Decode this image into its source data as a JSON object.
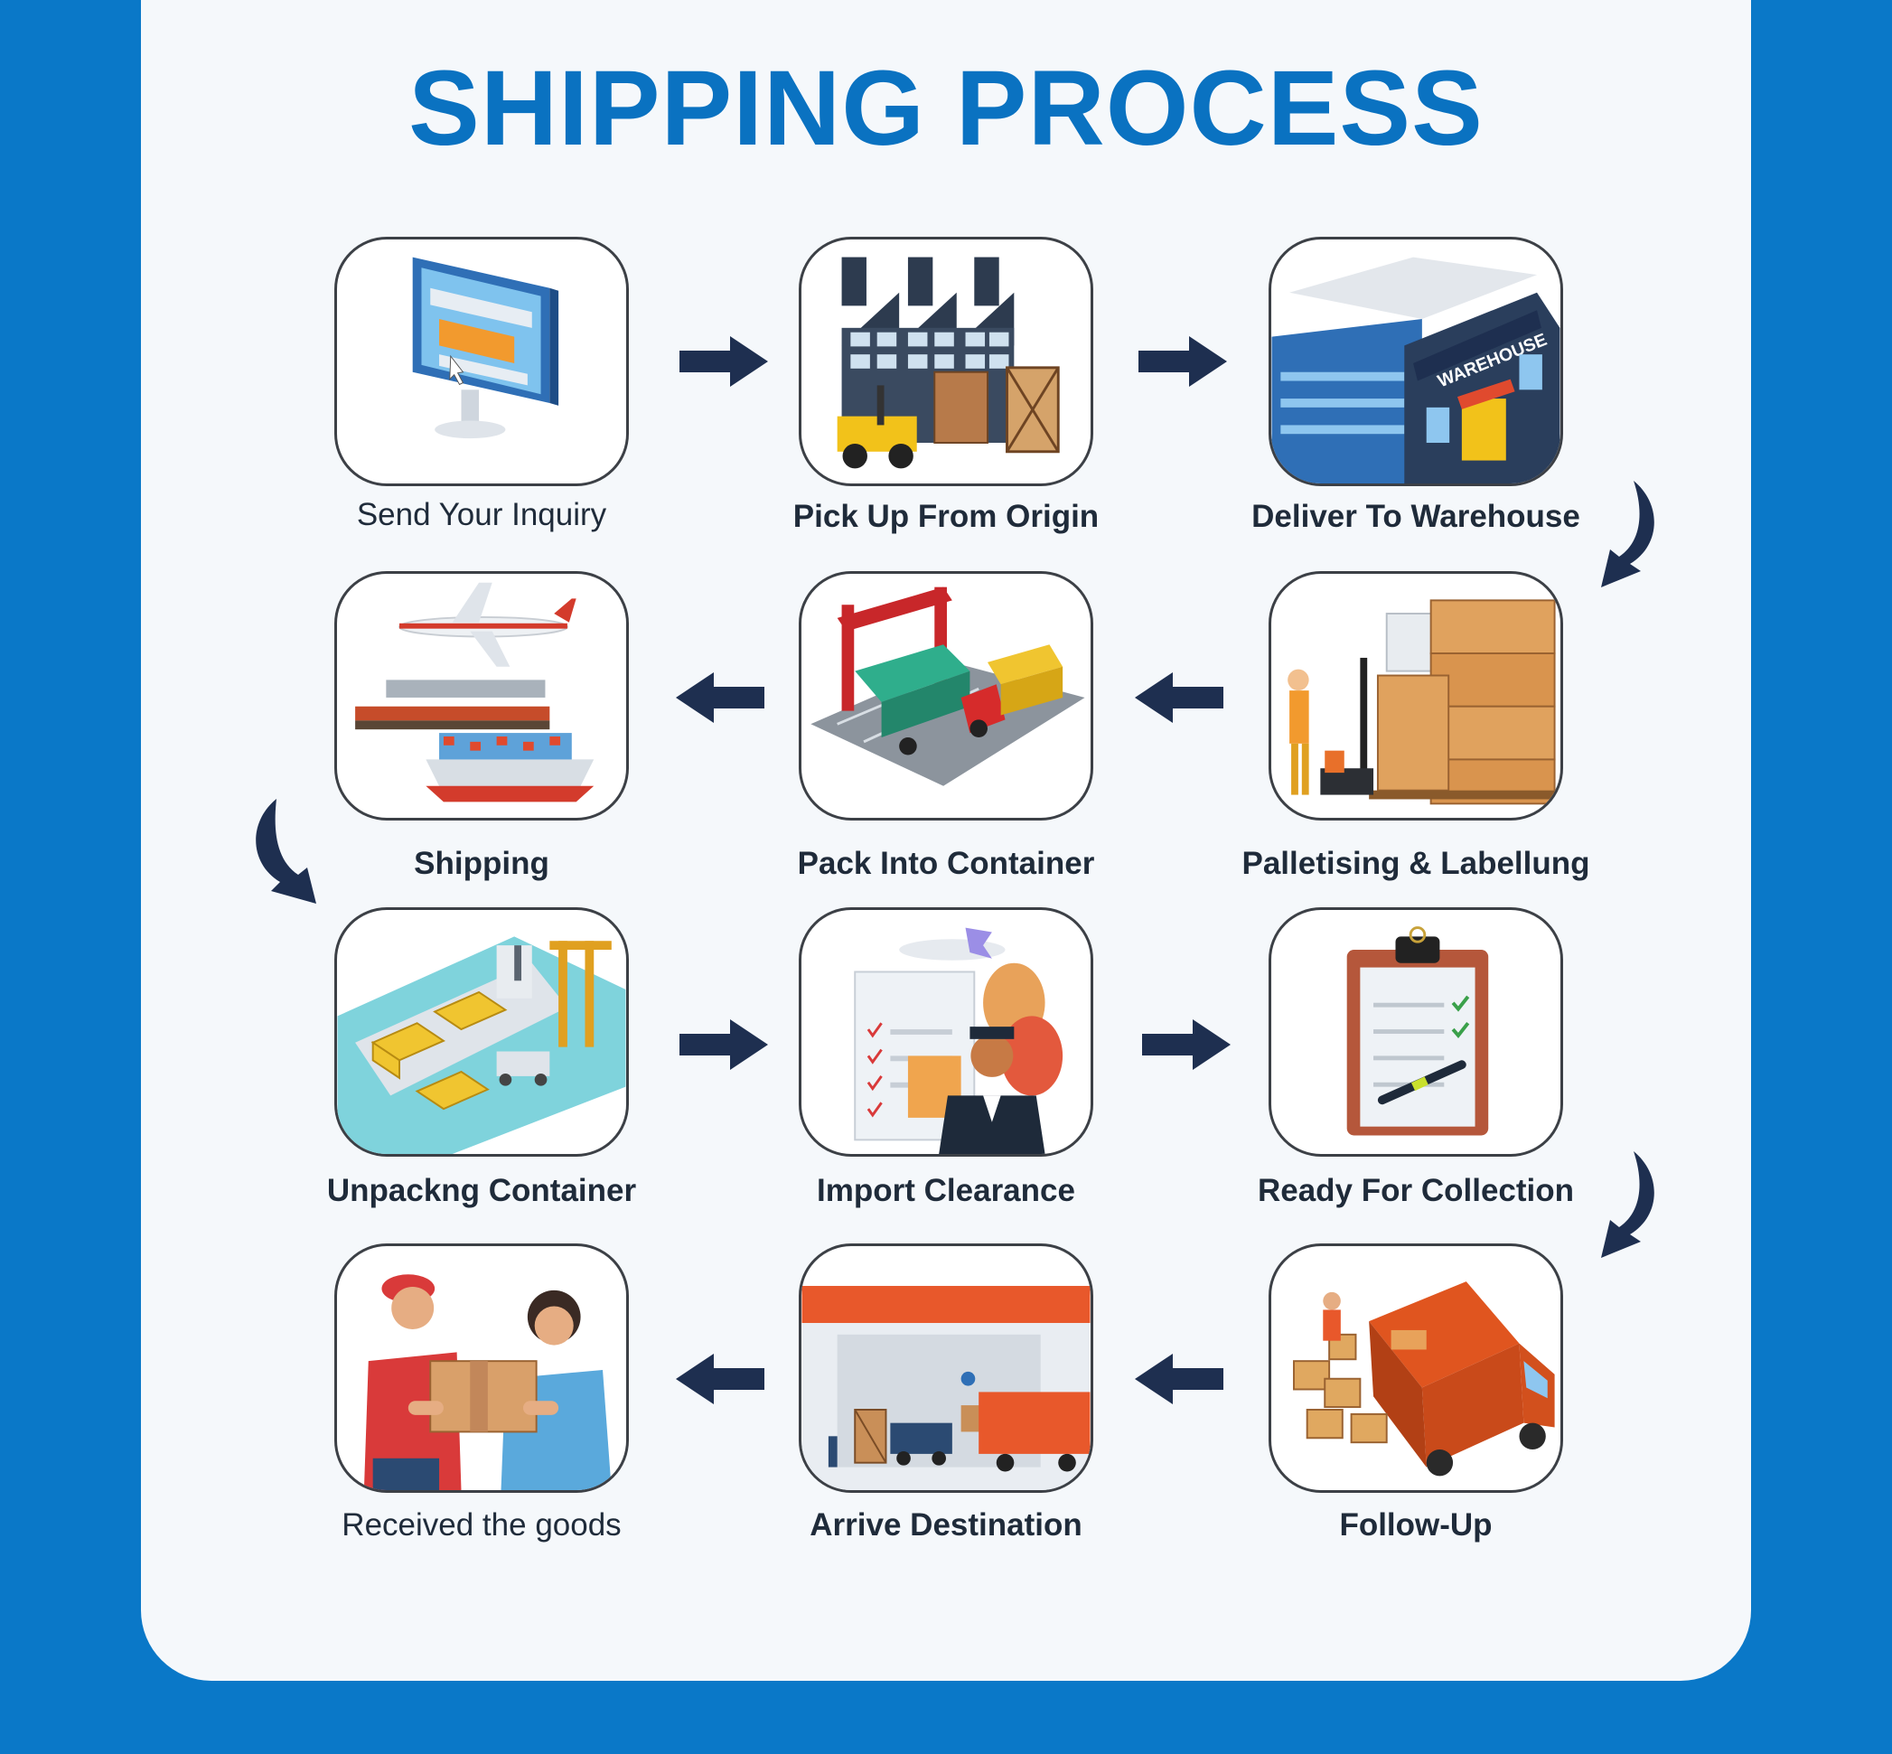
{
  "title": "SHIPPING PROCESS",
  "colors": {
    "background": "#0a78c8",
    "card": "#f5f8fb",
    "title": "#0a72c1",
    "arrow": "#1e2f50",
    "label": "#1f2b3a"
  },
  "steps": [
    {
      "label": "Send Your Inquiry",
      "icon": "computer-order-icon"
    },
    {
      "label": "Pick Up From Origin",
      "icon": "factory-forklift-icon"
    },
    {
      "label": "Deliver To Warehouse",
      "icon": "warehouse-icon"
    },
    {
      "label": "Palletising & Labellung",
      "icon": "pallet-jack-boxes-icon"
    },
    {
      "label": "Pack Into Container",
      "icon": "container-crane-truck-icon"
    },
    {
      "label": "Shipping",
      "icon": "plane-train-ship-icon"
    },
    {
      "label": "Unpackng Container",
      "icon": "port-cargo-ship-icon"
    },
    {
      "label": "Import Clearance",
      "icon": "customs-officer-icon"
    },
    {
      "label": "Ready For Collection",
      "icon": "clipboard-checklist-icon"
    },
    {
      "label": "Follow-Up",
      "icon": "delivery-van-icon"
    },
    {
      "label": "Arrive Destination",
      "icon": "destination-dock-icon"
    },
    {
      "label": "Received the goods",
      "icon": "package-handover-icon"
    }
  ]
}
